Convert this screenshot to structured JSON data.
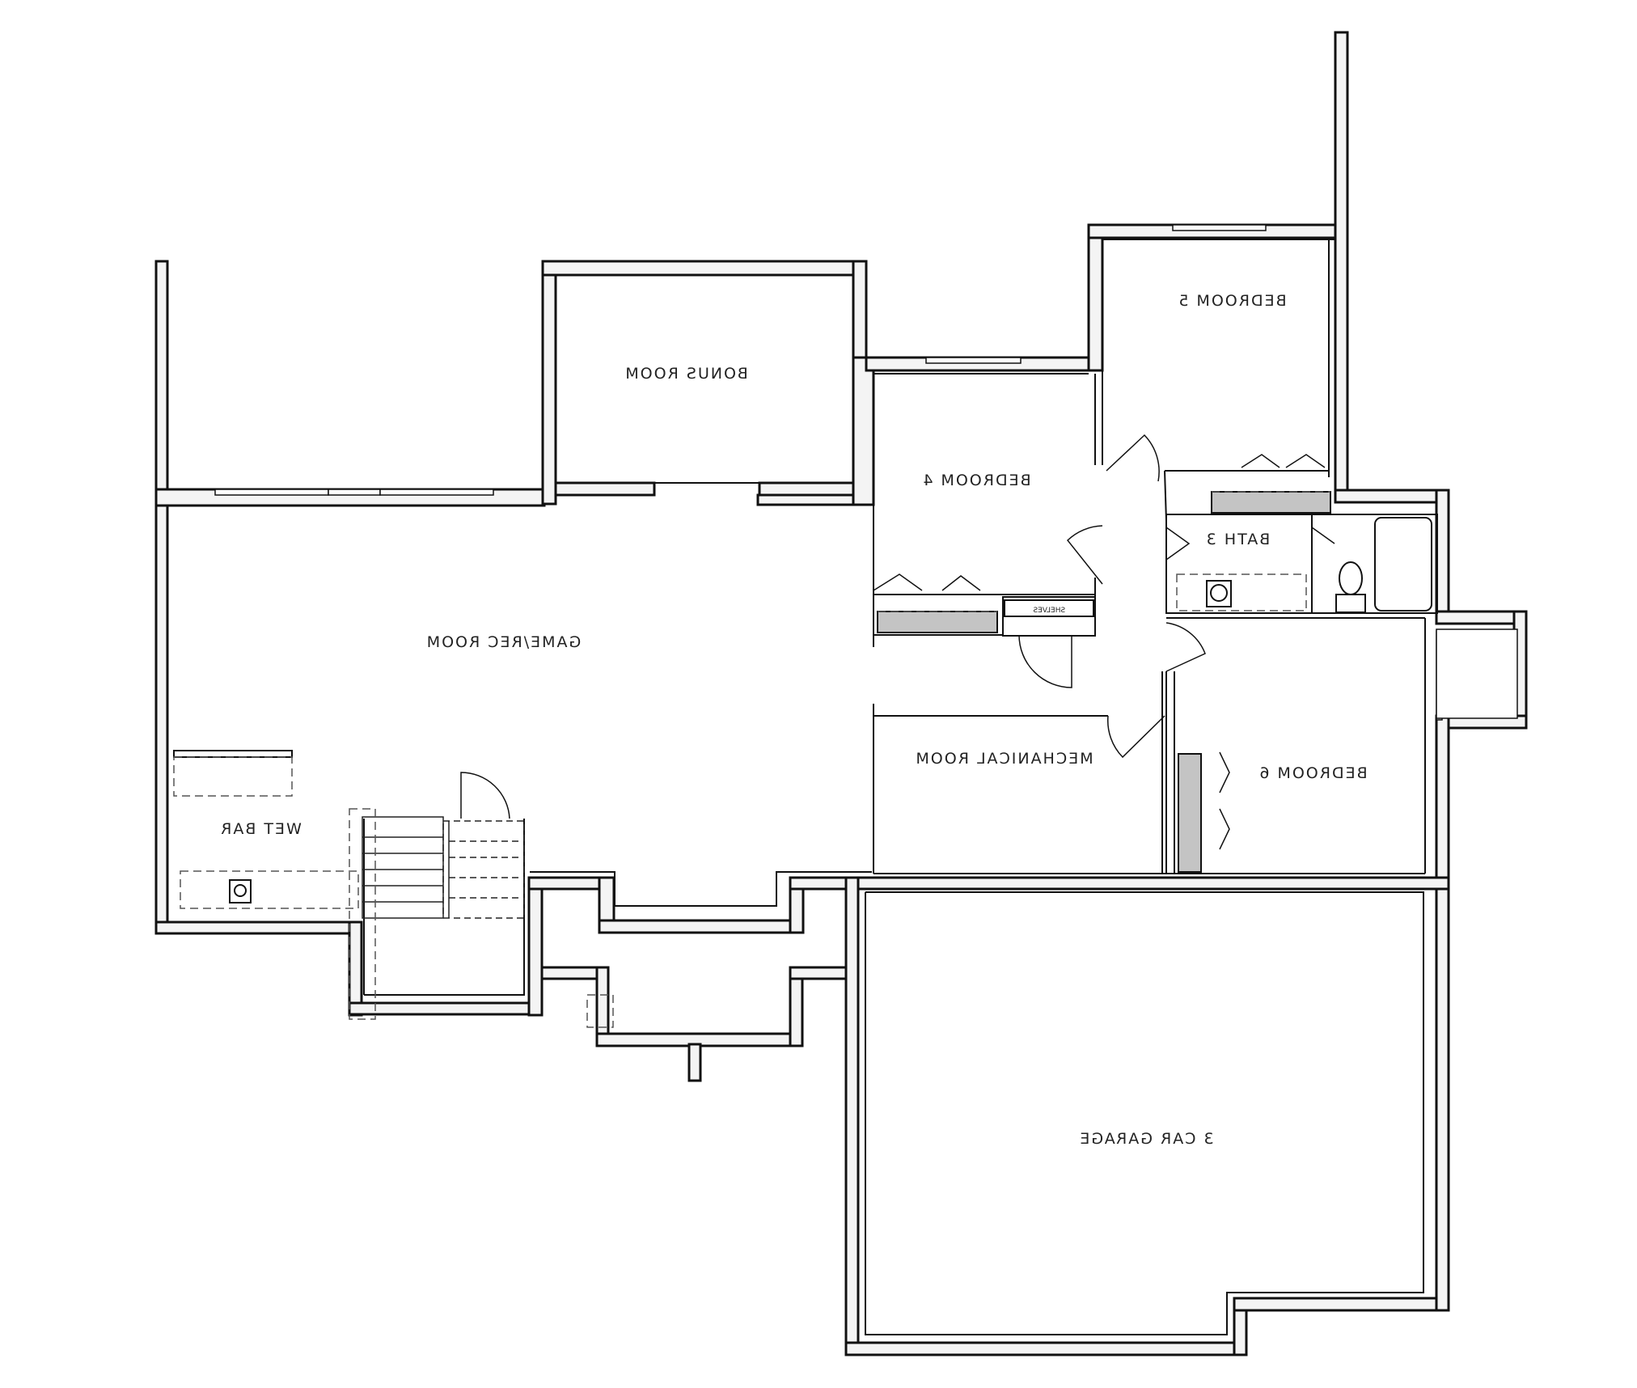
{
  "rooms": {
    "bonus": "BONUS ROOM",
    "game": "GAME/REC ROOM",
    "wetbar": "WET BAR",
    "bed4": "BEDROOM 4",
    "bed5": "BEDROOM 5",
    "bed6": "BEDROOM 6",
    "bath3": "BATH 3",
    "mech": "MECHANICAL ROOM",
    "garage": "3 CAR GARAGE",
    "shelves": "SHELVES"
  }
}
